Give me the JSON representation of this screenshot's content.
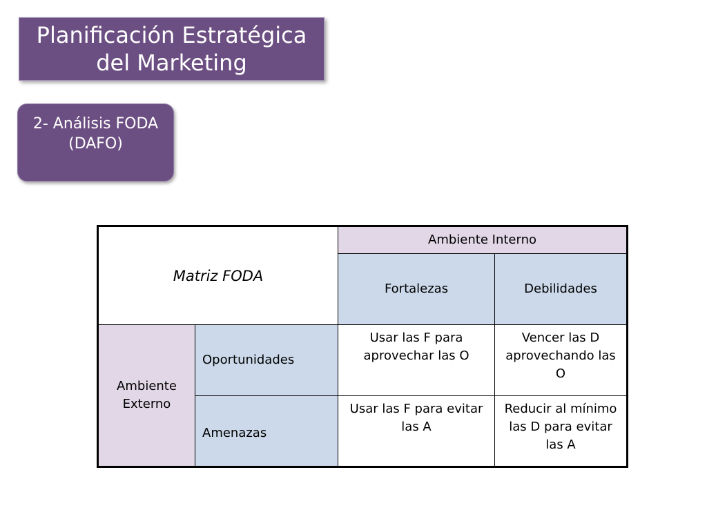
{
  "slide": {
    "title": "Planificación Estratégica del Marketing",
    "section_label": "2- Análisis FODA (DAFO)"
  },
  "matrix": {
    "corner_label": "Matriz FODA",
    "internal_header": "Ambiente Interno",
    "columns": [
      "Fortalezas",
      "Debilidades"
    ],
    "external_header": "Ambiente Externo",
    "rows": [
      {
        "label": "Oportunidades",
        "cells": [
          "Usar las F para aprovechar las O",
          "Vencer las D aprovechando las O"
        ]
      },
      {
        "label": "Amenazas",
        "cells": [
          "Usar las F para evitar las A",
          "Reducir al mínimo las D para evitar las A"
        ]
      }
    ]
  },
  "colors": {
    "title_fill": "#6c4f82",
    "header_lilac": "#e2d7e6",
    "cell_blue": "#cbd9ea"
  }
}
